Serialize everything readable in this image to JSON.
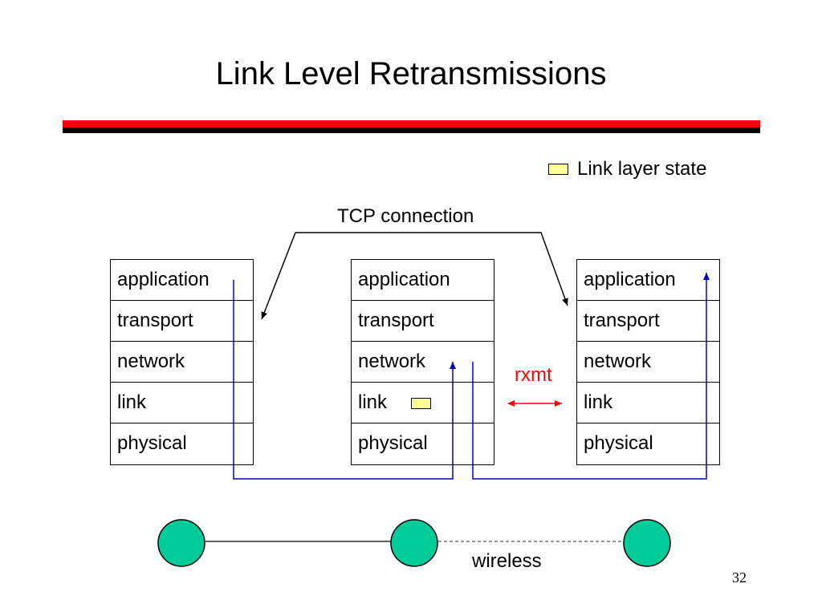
{
  "title": "Link Level Retransmissions",
  "legend": {
    "label": "Link layer state",
    "color": "#ffff99"
  },
  "tcp_label": "TCP connection",
  "stacks": [
    {
      "layers": [
        "application",
        "transport",
        "network",
        "link",
        "physical"
      ]
    },
    {
      "layers": [
        "application",
        "transport",
        "network",
        "link",
        "physical"
      ]
    },
    {
      "layers": [
        "application",
        "transport",
        "network",
        "link",
        "physical"
      ]
    }
  ],
  "rxmt_label": "rxmt",
  "wireless_label": "wireless",
  "page_number": "32",
  "colors": {
    "accent_red": "#ff0000",
    "path_blue": "#0000cc",
    "node_green": "#00cc99",
    "state_yellow": "#ffff99"
  }
}
